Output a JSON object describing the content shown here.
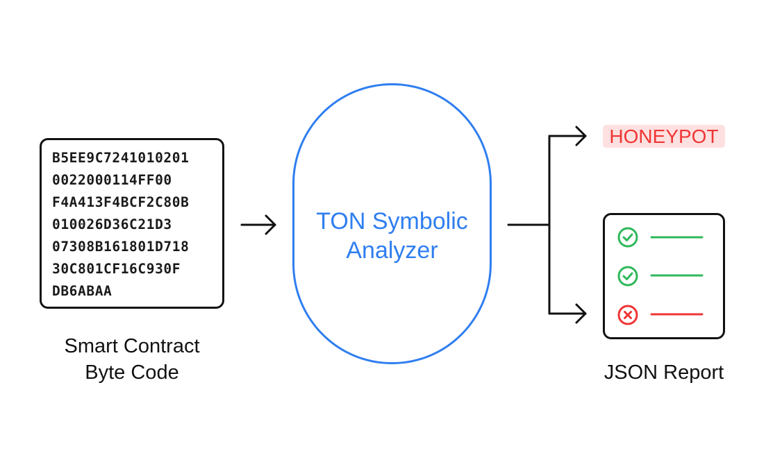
{
  "input": {
    "bytecode_lines": [
      "B5EE9C7241010201",
      "0022000114FF00",
      "F4A413F4BCF2C80B",
      "010026D36C21D3",
      "07308B161801D718",
      "30C801CF16C930F",
      "DB6ABAA"
    ],
    "caption_line1": "Smart Contract",
    "caption_line2": "Byte Code"
  },
  "analyzer": {
    "title_line1": "TON Symbolic",
    "title_line2": "Analyzer",
    "color": "#2f7ef0"
  },
  "output": {
    "badge_label": "HONEYPOT",
    "badge_text_color": "#f03535",
    "badge_bg_color": "#fde0e0",
    "report_caption": "JSON Report",
    "report_items": [
      {
        "status": "pass",
        "icon": "check-circle-icon",
        "color": "#2fb85a"
      },
      {
        "status": "pass",
        "icon": "check-circle-icon",
        "color": "#2fb85a"
      },
      {
        "status": "fail",
        "icon": "x-circle-icon",
        "color": "#f03535"
      }
    ]
  }
}
